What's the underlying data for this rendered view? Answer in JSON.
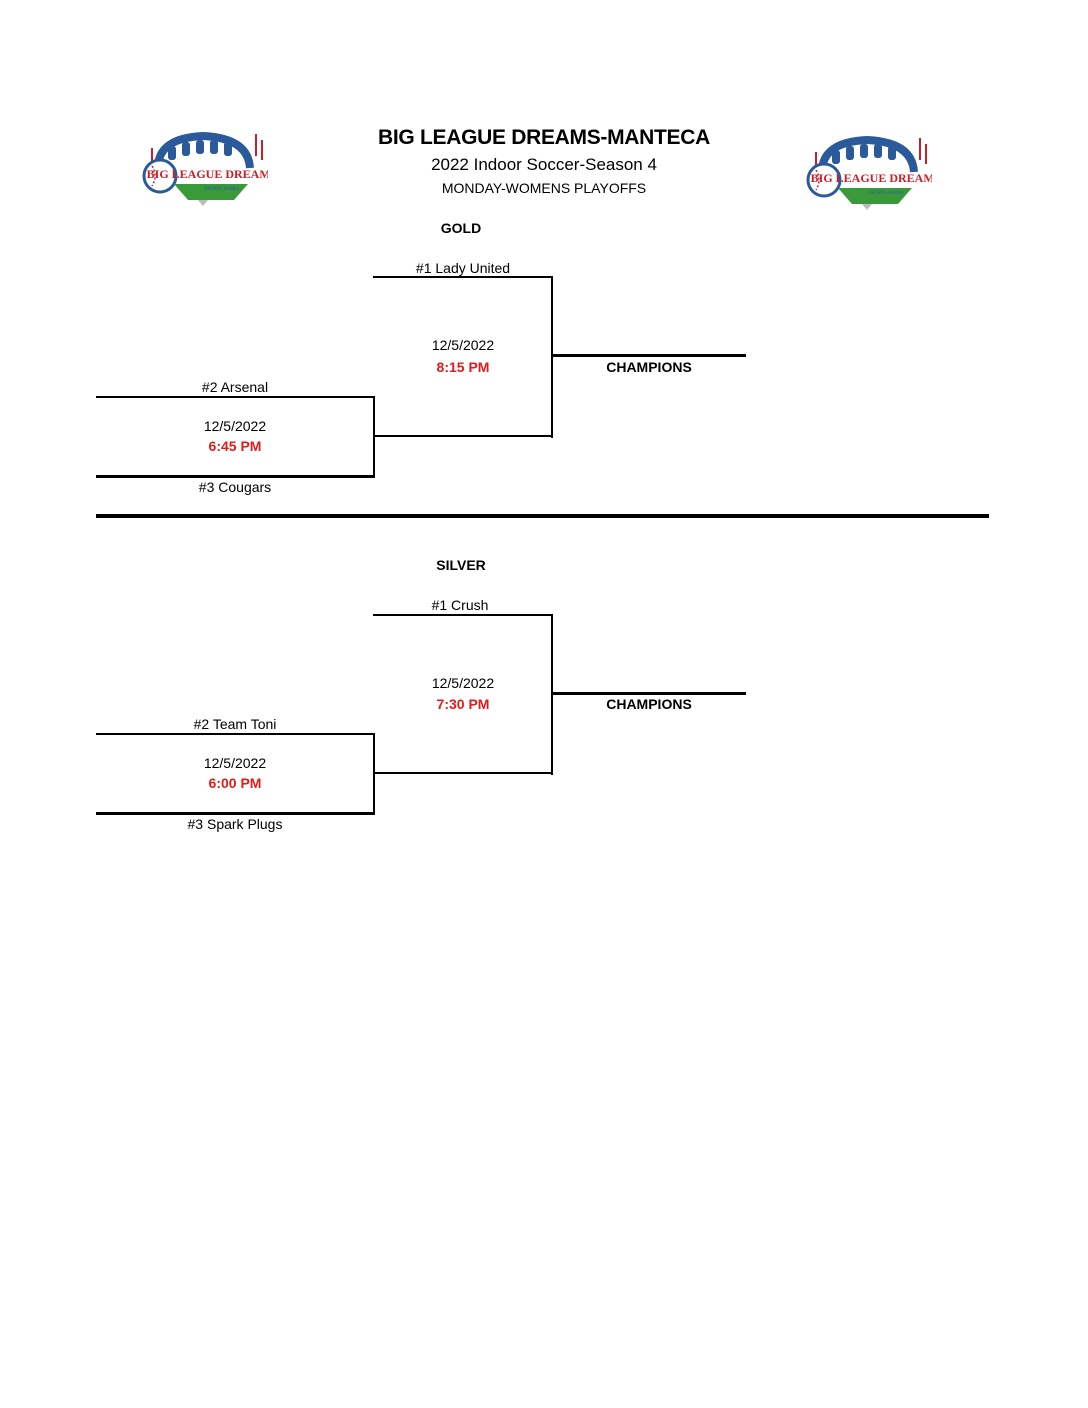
{
  "header": {
    "title": "BIG LEAGUE DREAMS-MANTECA",
    "subtitle": "2022 Indoor Soccer-Season 4",
    "division": "MONDAY-WOMENS PLAYOFFS",
    "logo_text_main": "BIG LEAGUE DREAMS",
    "logo_text_sub": "SPORTS PARKS"
  },
  "colors": {
    "time_red": "#e01b1b",
    "logo_blue": "#2a5a9a",
    "logo_red": "#c8202a",
    "logo_green": "#3a9a3a"
  },
  "brackets": [
    {
      "label": "GOLD",
      "seed1": "#1 Lady United",
      "seed2": "#2 Arsenal",
      "seed3": "#3 Cougars",
      "semifinal": {
        "date": "12/5/2022",
        "time": "6:45 PM"
      },
      "final": {
        "date": "12/5/2022",
        "time": "8:15 PM"
      },
      "champion_label": "CHAMPIONS"
    },
    {
      "label": "SILVER",
      "seed1": "#1 Crush",
      "seed2": "#2 Team Toni",
      "seed3": "#3 Spark Plugs",
      "semifinal": {
        "date": "12/5/2022",
        "time": "6:00 PM"
      },
      "final": {
        "date": "12/5/2022",
        "time": "7:30 PM"
      },
      "champion_label": "CHAMPIONS"
    }
  ]
}
